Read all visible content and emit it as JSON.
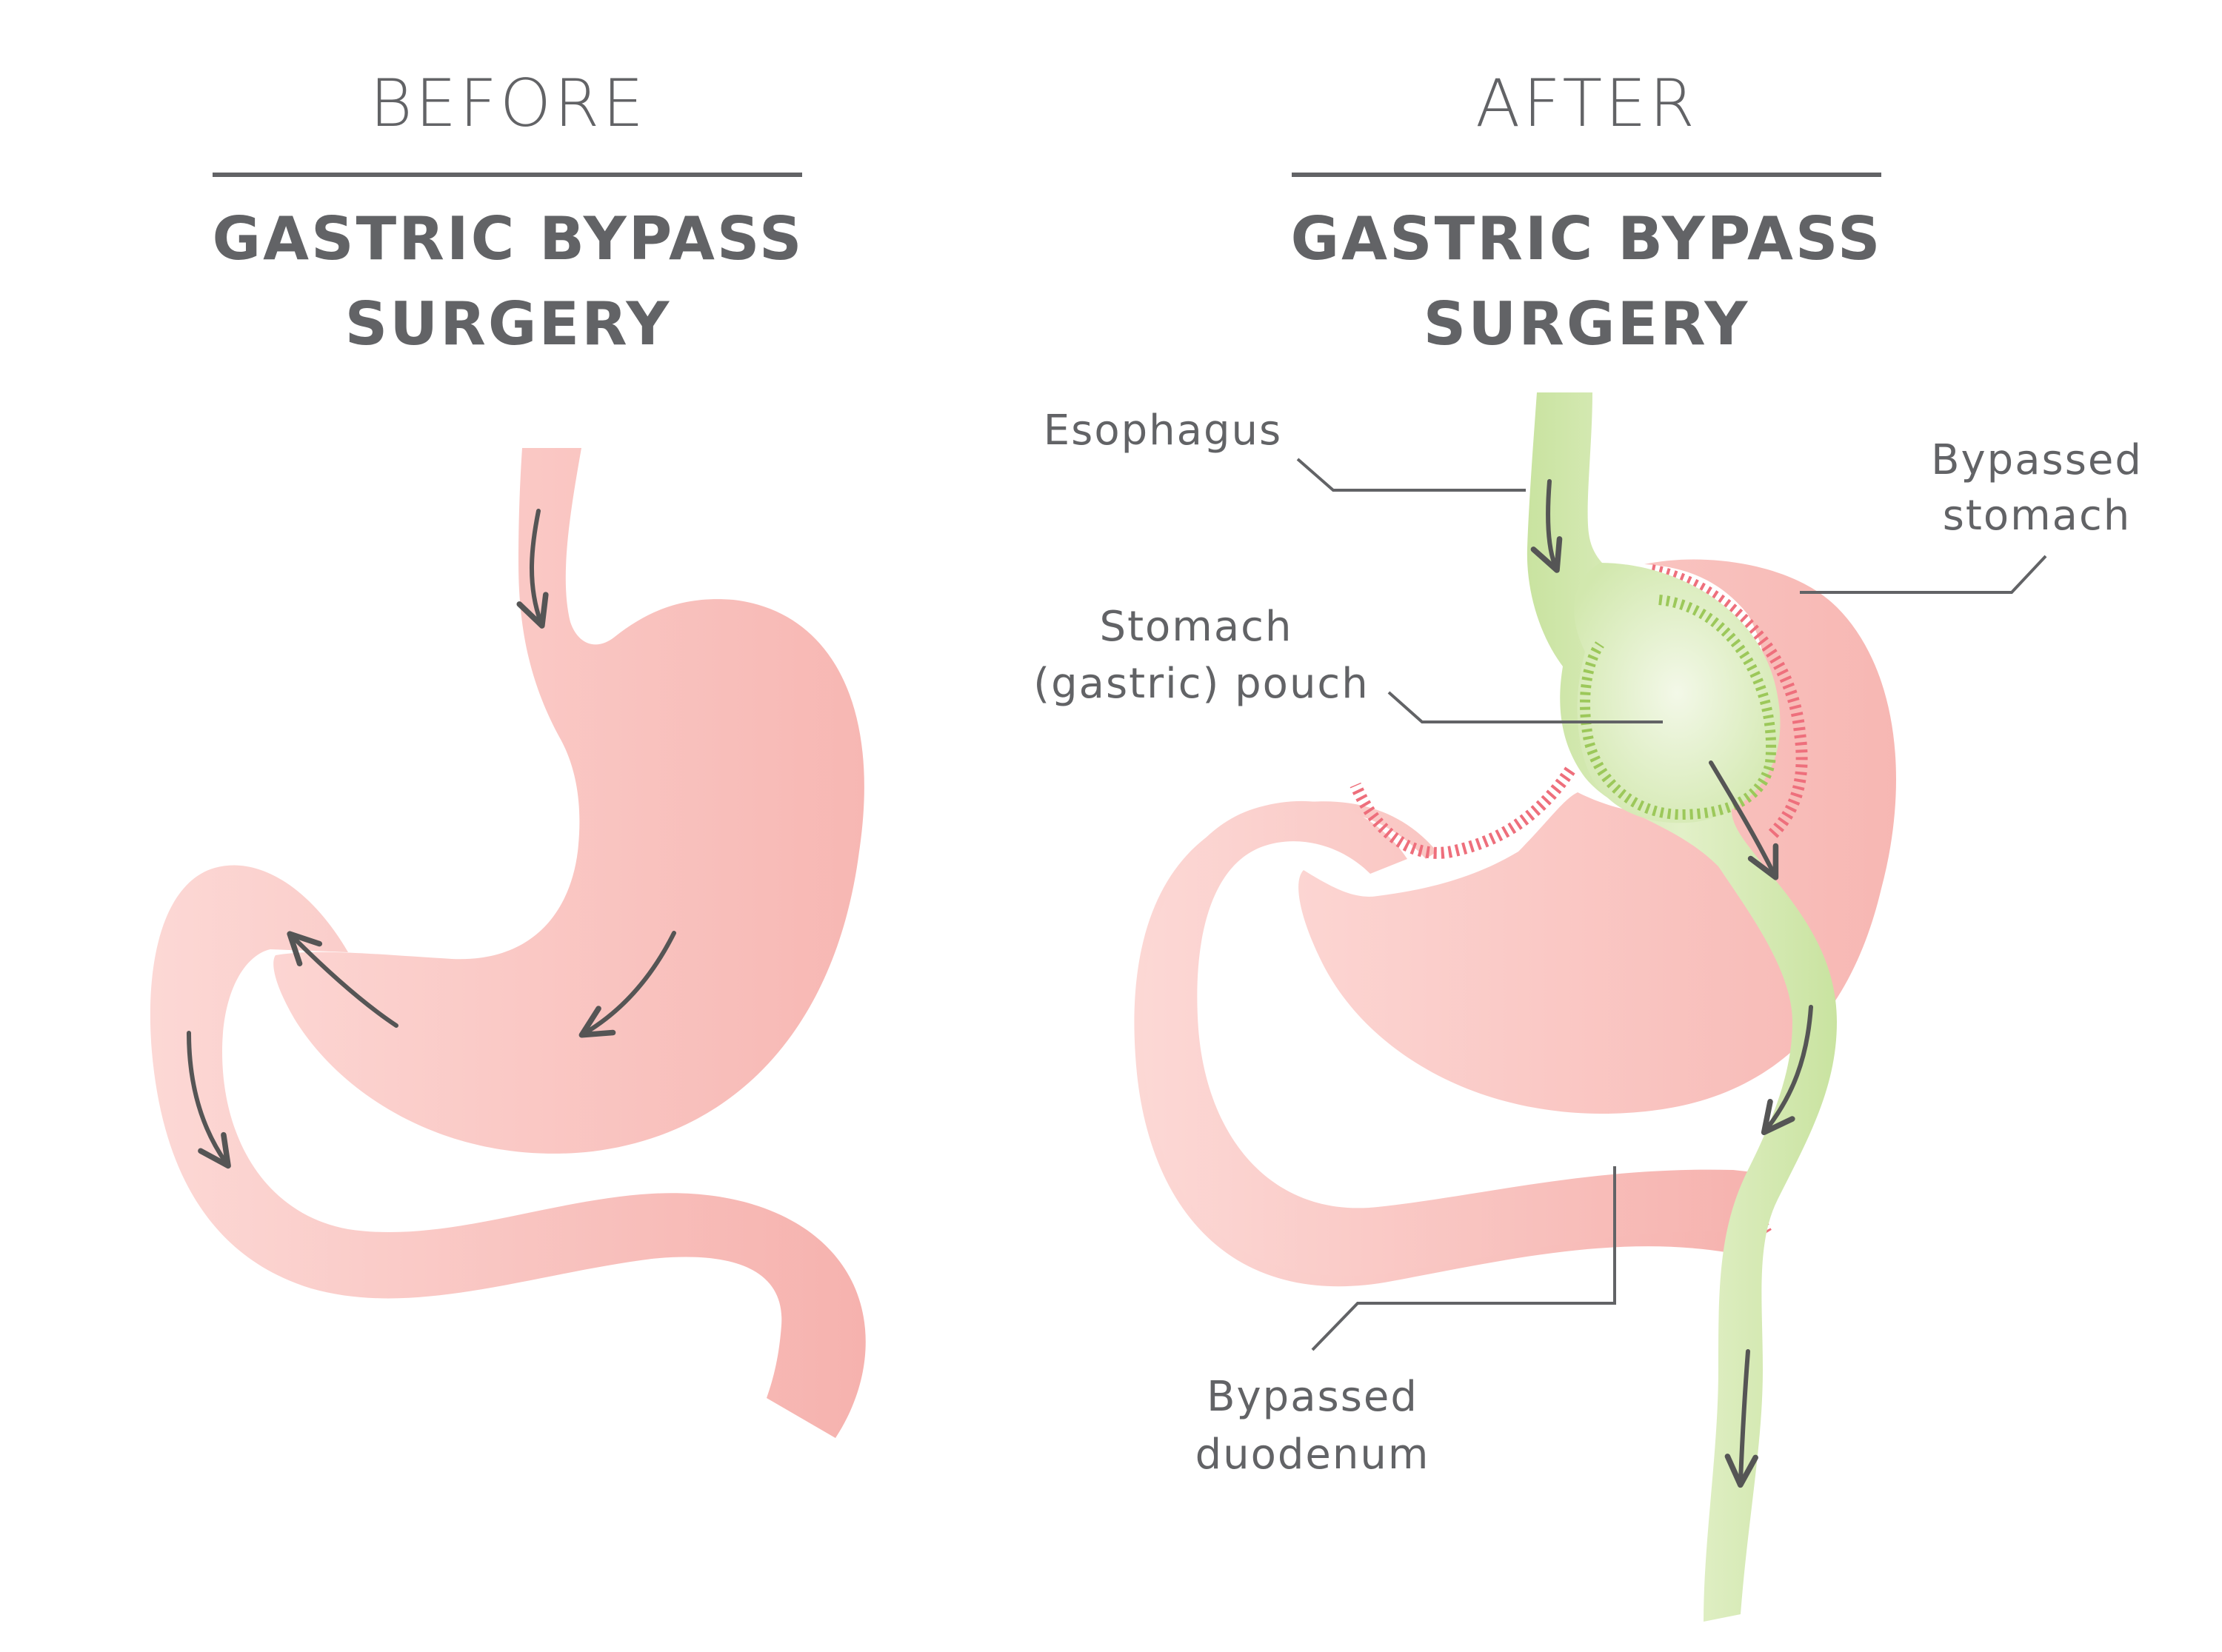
{
  "before": {
    "stage": "BEFORE",
    "title_line1": "GASTRIC BYPASS",
    "title_line2": "SURGERY"
  },
  "after": {
    "stage": "AFTER",
    "title_line1": "GASTRIC BYPASS",
    "title_line2": "SURGERY"
  },
  "labels": {
    "esophagus": "Esophagus",
    "bypassed_stomach_line1": "Bypassed",
    "bypassed_stomach_line2": "stomach",
    "pouch_line1": "Stomach",
    "pouch_line2": "(gastric) pouch",
    "bypassed_duodenum_line1": "Bypassed",
    "bypassed_duodenum_line2": "duodenum"
  },
  "colors": {
    "text": "#626366",
    "divider": "#626366",
    "stomach_pink": "#f8c0bd",
    "stomach_pink_light": "#fbd3d0",
    "staple_red": "#ee6f7c",
    "intestine_green": "#cfe6a9",
    "staple_green": "#9cc85a",
    "arrow": "#5a5a5a",
    "leader_line": "#626366"
  }
}
